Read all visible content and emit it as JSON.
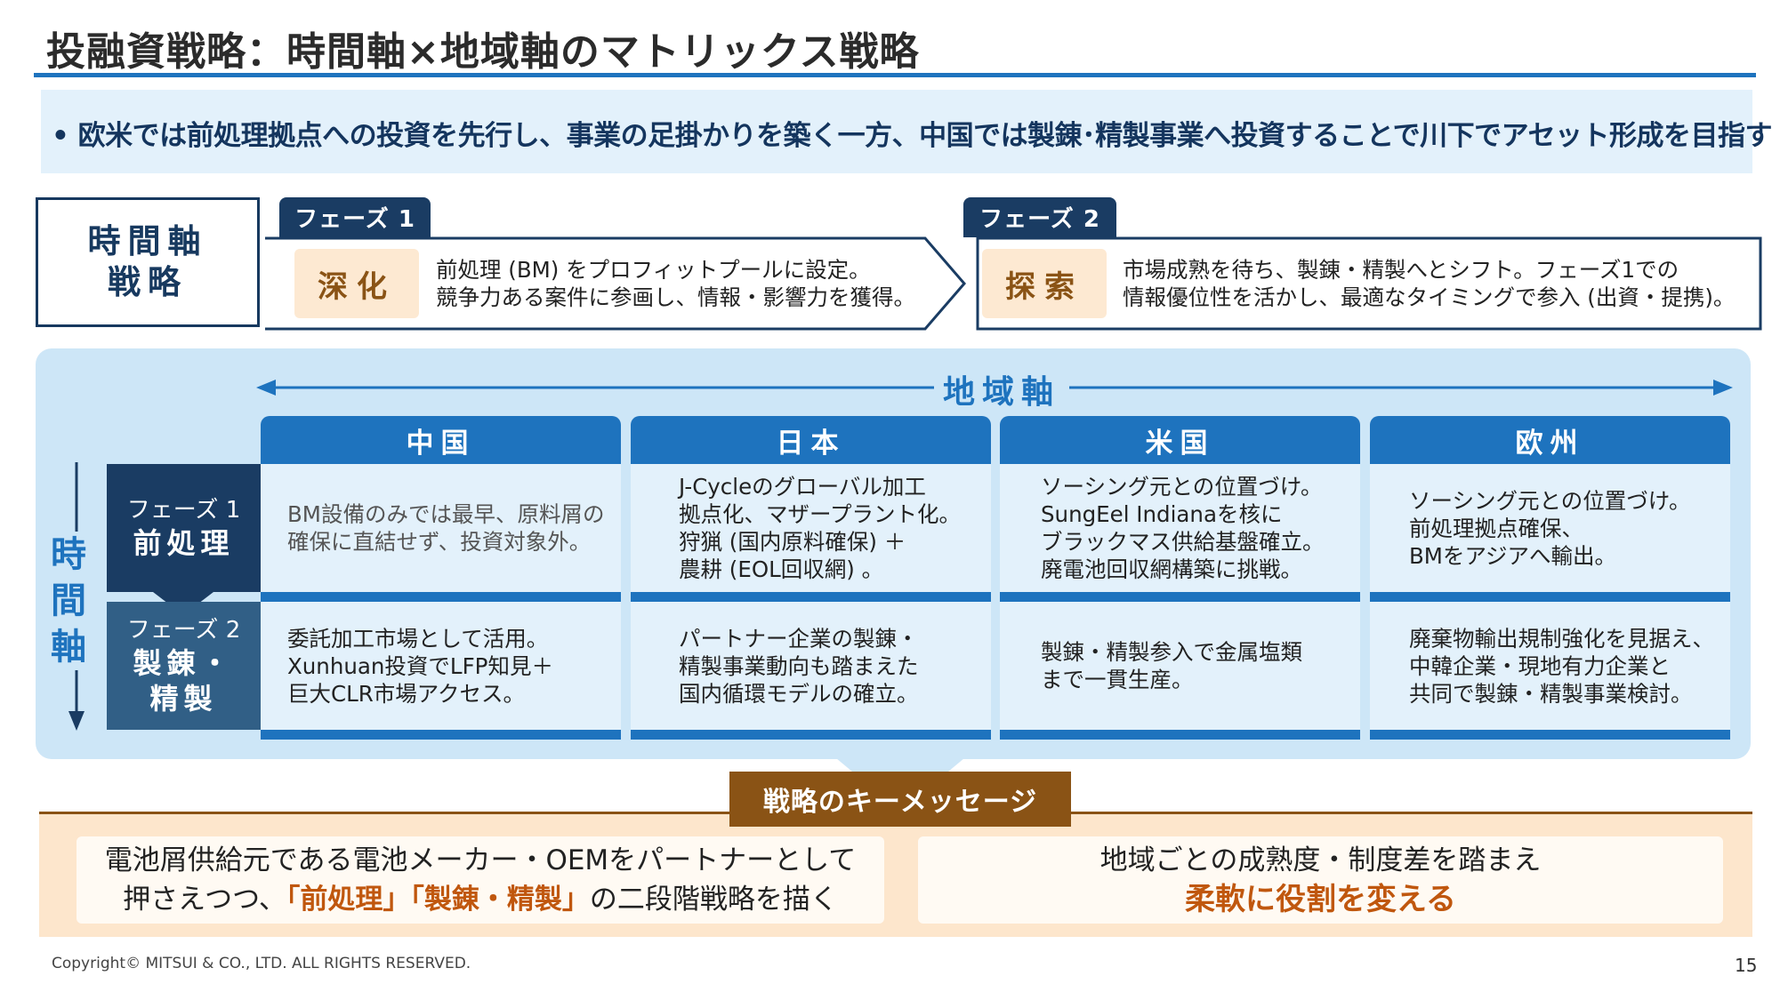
{
  "title": "投融資戦略：時間軸×地域軸のマトリックス戦略",
  "lead": "• 欧米では前処理拠点への投資を先行し、事業の足掛かりを築く一方、中国では製錬･精製事業へ投資することで川下でアセット形成を目指す",
  "time_strategy": {
    "label_line1": "時間軸",
    "label_line2": "戦略",
    "phases": [
      {
        "tab": "フェーズ 1",
        "keyword": "深化",
        "lines": [
          "前処理 (BM) をプロフィットプールに設定。",
          "競争力ある案件に参画し、情報・影響力を獲得。"
        ]
      },
      {
        "tab": "フェーズ 2",
        "keyword": "探索",
        "lines": [
          "市場成熟を待ち、製錬・精製へとシフト。フェーズ1での",
          "情報優位性を活かし、最適なタイミングで参入 (出資・提携)。"
        ]
      }
    ]
  },
  "matrix": {
    "region_axis_label": "地域軸",
    "time_axis_label": [
      "時",
      "間",
      "軸"
    ],
    "regions": [
      "中国",
      "日本",
      "米国",
      "欧州"
    ],
    "rows": [
      {
        "phase_sub": "フェーズ 1",
        "phase_main": "前処理",
        "cells": [
          [
            "BM設備のみでは最早、原料屑の",
            "確保に直結せず、投資対象外。"
          ],
          [
            "J-Cycleのグローバル加工",
            "拠点化、マザープラント化。",
            "狩猟 (国内原料確保) ＋",
            "農耕 (EOL回収網) 。"
          ],
          [
            "ソーシング元との位置づけ。",
            "SungEel Indianaを核に",
            "ブラックマス供給基盤確立。",
            "廃電池回収網構築に挑戦。"
          ],
          [
            "ソーシング元との位置づけ。",
            "前処理拠点確保、",
            "BMをアジアへ輸出。"
          ]
        ]
      },
      {
        "phase_sub": "フェーズ 2",
        "phase_main_1": "製錬・",
        "phase_main_2": "精製",
        "cells": [
          [
            "委託加工市場として活用。",
            "Xunhuan投資でLFP知見＋",
            "巨大CLR市場アクセス。"
          ],
          [
            "パートナー企業の製錬・",
            "精製事業動向も踏まえた",
            "国内循環モデルの確立。"
          ],
          [
            "製錬・精製参入で金属塩類",
            "まで一貫生産。"
          ],
          [
            "廃棄物輸出規制強化を見据え、",
            "中韓企業・現地有力企業と",
            "共同で製錬・精製事業検討。"
          ]
        ]
      }
    ]
  },
  "key_message": {
    "tab": "戦略のキーメッセージ",
    "left": {
      "line1": "電池屑供給元である電池メーカー・OEMをパートナーとして",
      "line2_pre": "押さえつつ、",
      "line2_hl": "「前処理」「製錬・精製」",
      "line2_post": "の二段階戦略を描く"
    },
    "right": {
      "line1": "地域ごとの成熟度・制度差を踏まえ",
      "line2_hl": "柔軟に役割を変える"
    }
  },
  "footer": {
    "copyright": "Copyright© MITSUI & CO., LTD. ALL RIGHTS RESERVED.",
    "page": "15"
  },
  "colors": {
    "navy": "#1a3c63",
    "blue": "#1e73be",
    "light_blue": "#cde6f7",
    "cell_blue": "#e3f1fb",
    "brown": "#8a5315",
    "orange_text": "#c0570e",
    "peach": "#fde6cc"
  }
}
